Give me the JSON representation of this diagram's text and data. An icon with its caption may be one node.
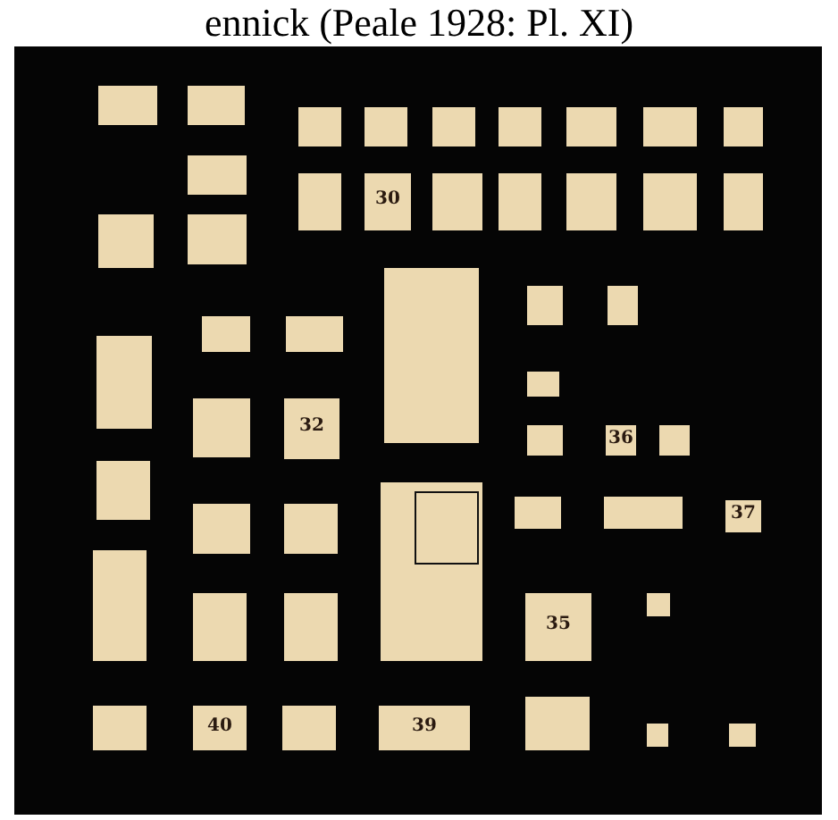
{
  "diagram": {
    "title": "ennick (Peale 1928: Pl. XI)",
    "labels": [
      "30",
      "32",
      "36",
      "37",
      "35",
      "40",
      "39"
    ]
  }
}
